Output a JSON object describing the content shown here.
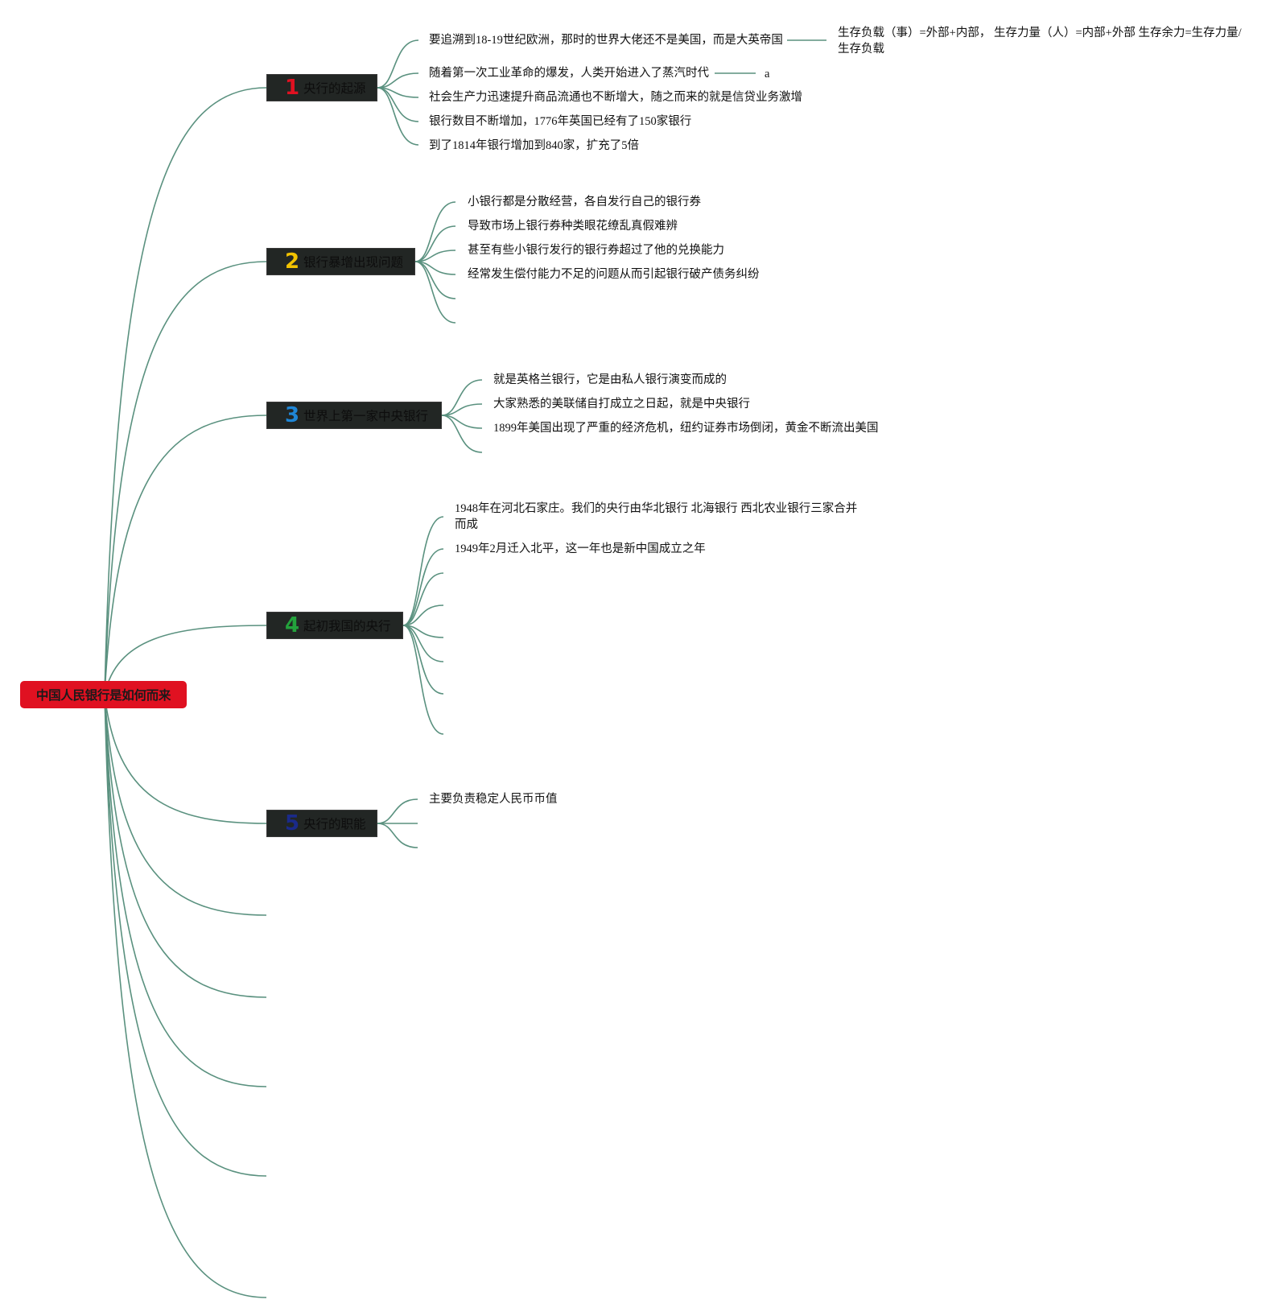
{
  "colors": {
    "root_fill": "#e01121",
    "topic_fill": "#222624",
    "link": "#5a917f",
    "num_1": "#e01121",
    "num_2": "#f2c200",
    "num_3": "#1f86d6",
    "num_4": "#23a23c",
    "num_5": "#1a2a8a"
  },
  "root": {
    "label": "中国人民银行是如何而来"
  },
  "topics": [
    {
      "num": "1",
      "label": "央行的起源",
      "items": [
        {
          "text": "要追溯到18-19世纪欧洲，那时的世界大佬还不是美国，而是大英帝国",
          "child": "生存负载（事）=外部+内部， 生存力量（人）=内部+外部 生存余力=生存力量/生存负载"
        },
        {
          "text": "随着第一次工业革命的爆发，人类开始进入了蒸汽时代",
          "child": "a"
        },
        {
          "text": "社会生产力迅速提升商品流通也不断增大，随之而来的就是信贷业务激增"
        },
        {
          "text": "银行数目不断增加，1776年英国已经有了150家银行"
        },
        {
          "text": "到了1814年银行增加到840家，扩充了5倍"
        }
      ]
    },
    {
      "num": "2",
      "label": "银行暴增出现问题",
      "items": [
        {
          "text": "小银行都是分散经营，各自发行自己的银行券"
        },
        {
          "text": "导致市场上银行券种类眼花缭乱真假难辨"
        },
        {
          "text": "甚至有些小银行发行的银行券超过了他的兑换能力"
        },
        {
          "text": "经常发生偿付能力不足的问题从而引起银行破产债务纠纷"
        },
        {
          "text": ""
        },
        {
          "text": ""
        }
      ]
    },
    {
      "num": "3",
      "label": "世界上第一家中央银行",
      "items": [
        {
          "text": "就是英格兰银行，它是由私人银行演变而成的"
        },
        {
          "text": "大家熟悉的美联储自打成立之日起，就是中央银行"
        },
        {
          "text": "1899年美国出现了严重的经济危机，纽约证券市场倒闭，黄金不断流出美国"
        },
        {
          "text": ""
        }
      ]
    },
    {
      "num": "4",
      "label": "起初我国的央行",
      "items": [
        {
          "text": "1948年在河北石家庄。我们的央行由华北银行 北海银行 西北农业银行三家合并而成"
        },
        {
          "text": "1949年2月迁入北平，这一年也是新中国成立之年"
        },
        {
          "text": ""
        },
        {
          "text": ""
        },
        {
          "text": ""
        },
        {
          "text": ""
        },
        {
          "text": ""
        },
        {
          "text": ""
        }
      ]
    },
    {
      "num": "5",
      "label": "央行的职能",
      "items": [
        {
          "text": "主要负责稳定人民币币值"
        },
        {
          "text": ""
        },
        {
          "text": ""
        }
      ]
    }
  ],
  "empty_branch_count": 5
}
